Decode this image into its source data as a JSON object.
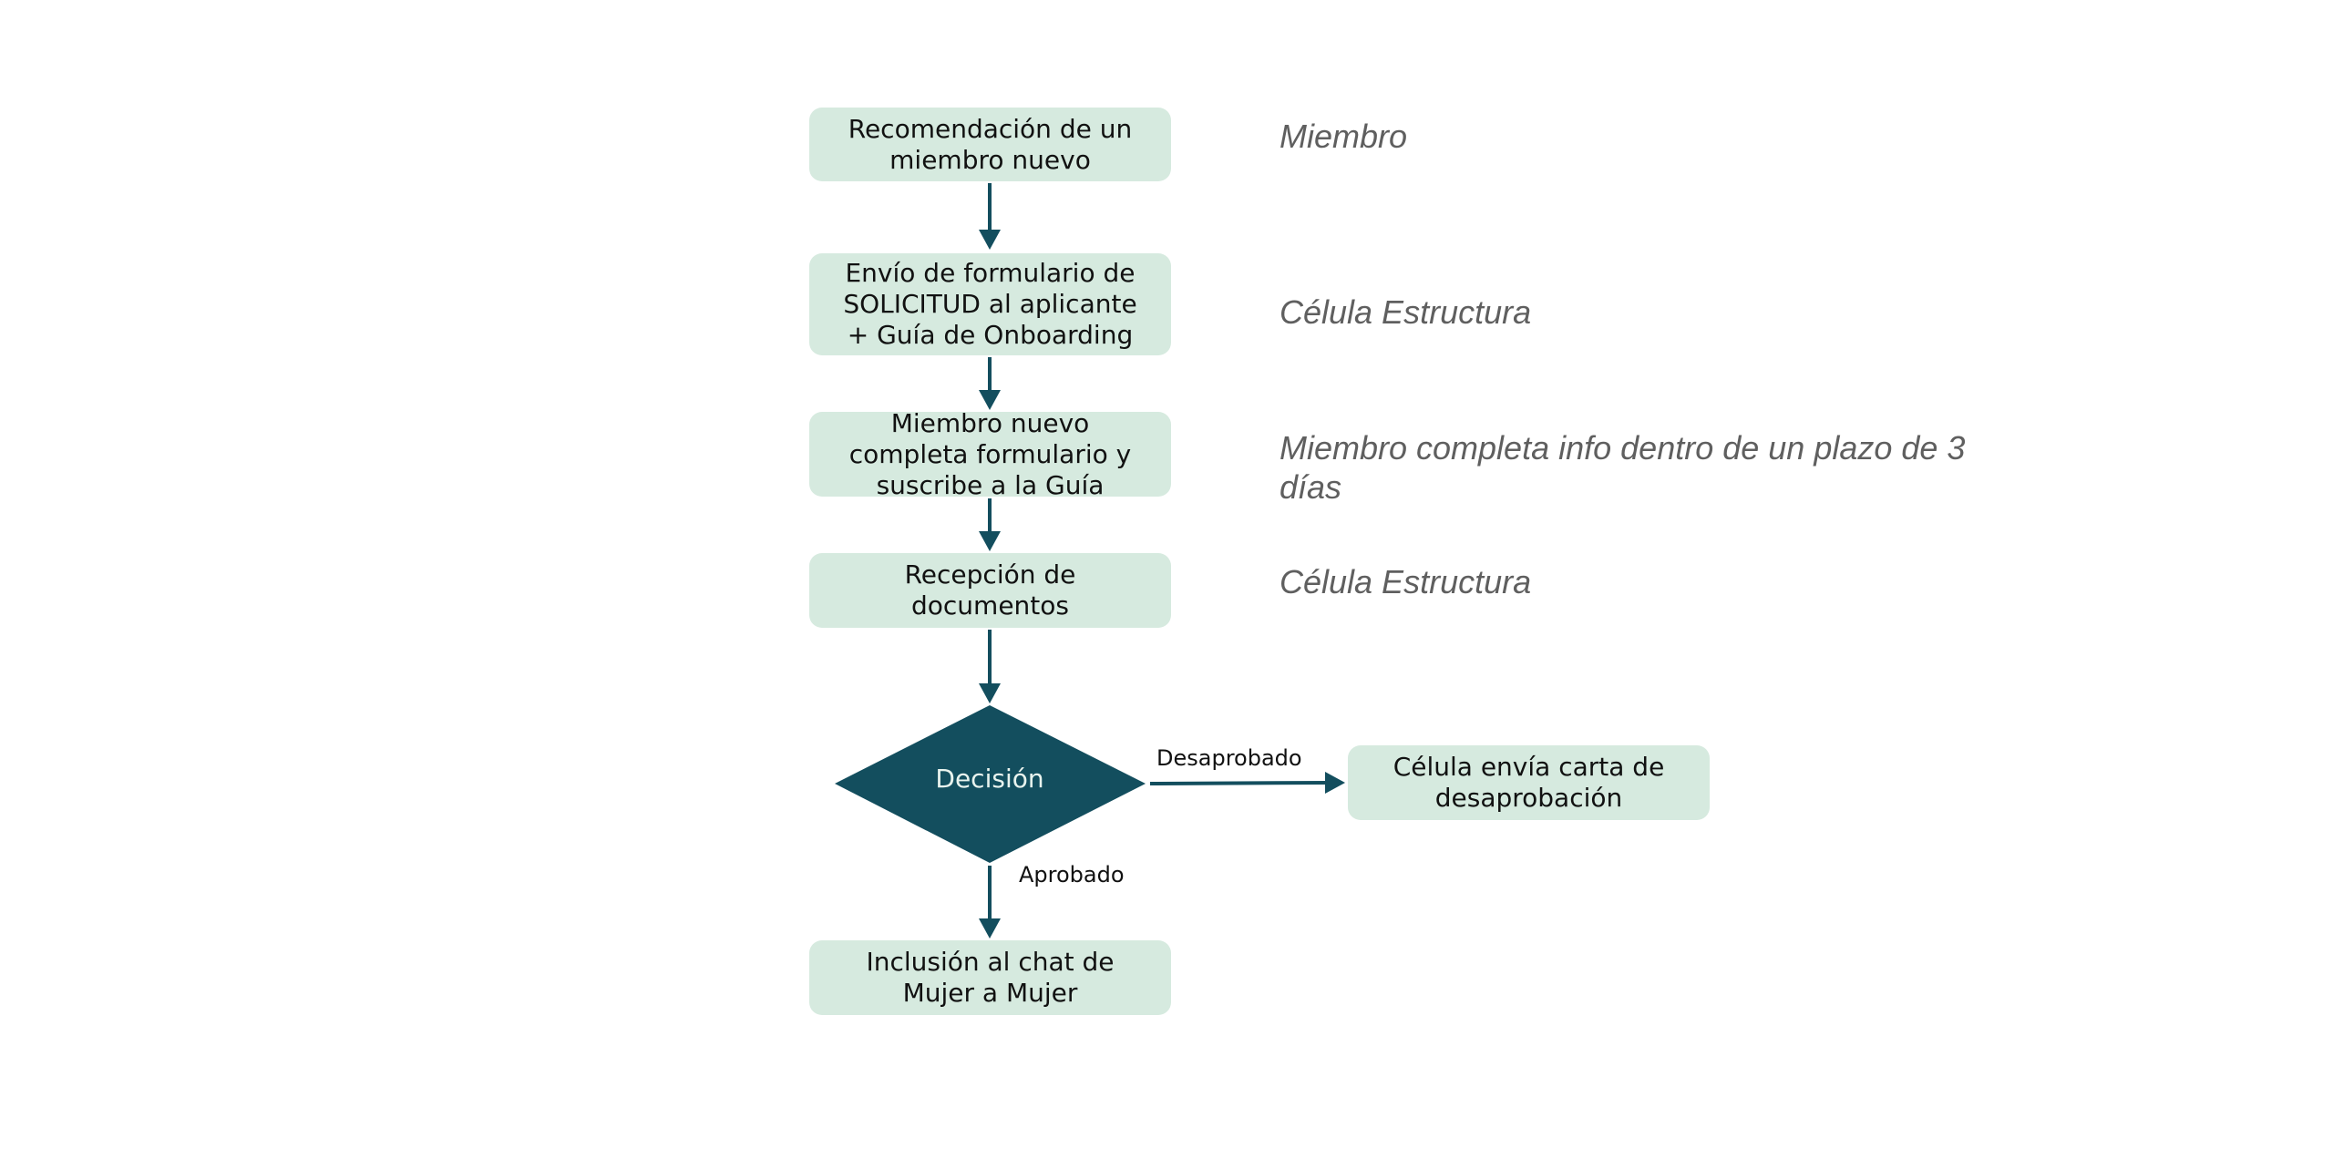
{
  "diagram": {
    "colors": {
      "box_fill": "#d6eadf",
      "decision_fill": "#134e5e",
      "arrow": "#134e5e",
      "note_text": "#5f5f5f"
    },
    "steps": [
      {
        "label": "Recomendación de un\nmiembro nuevo",
        "note": "Miembro"
      },
      {
        "label": "Envío de formulario de\nSOLICITUD al aplicante\n+ Guía de Onboarding",
        "note": "Célula Estructura"
      },
      {
        "label": "Miembro nuevo\ncompleta formulario y\nsuscribe a la  Guía",
        "note": "Miembro completa info dentro de un plazo de 3\ndías"
      },
      {
        "label": "Recepción de\ndocumentos",
        "note": "Célula Estructura"
      }
    ],
    "decision": {
      "label": "Decisión",
      "rejected_label": "Desaprobado",
      "approved_label": "Aprobado",
      "rejected_step": "Célula envía carta de\ndesaprobación",
      "approved_step": "Inclusión al chat de\nMujer a Mujer"
    }
  }
}
